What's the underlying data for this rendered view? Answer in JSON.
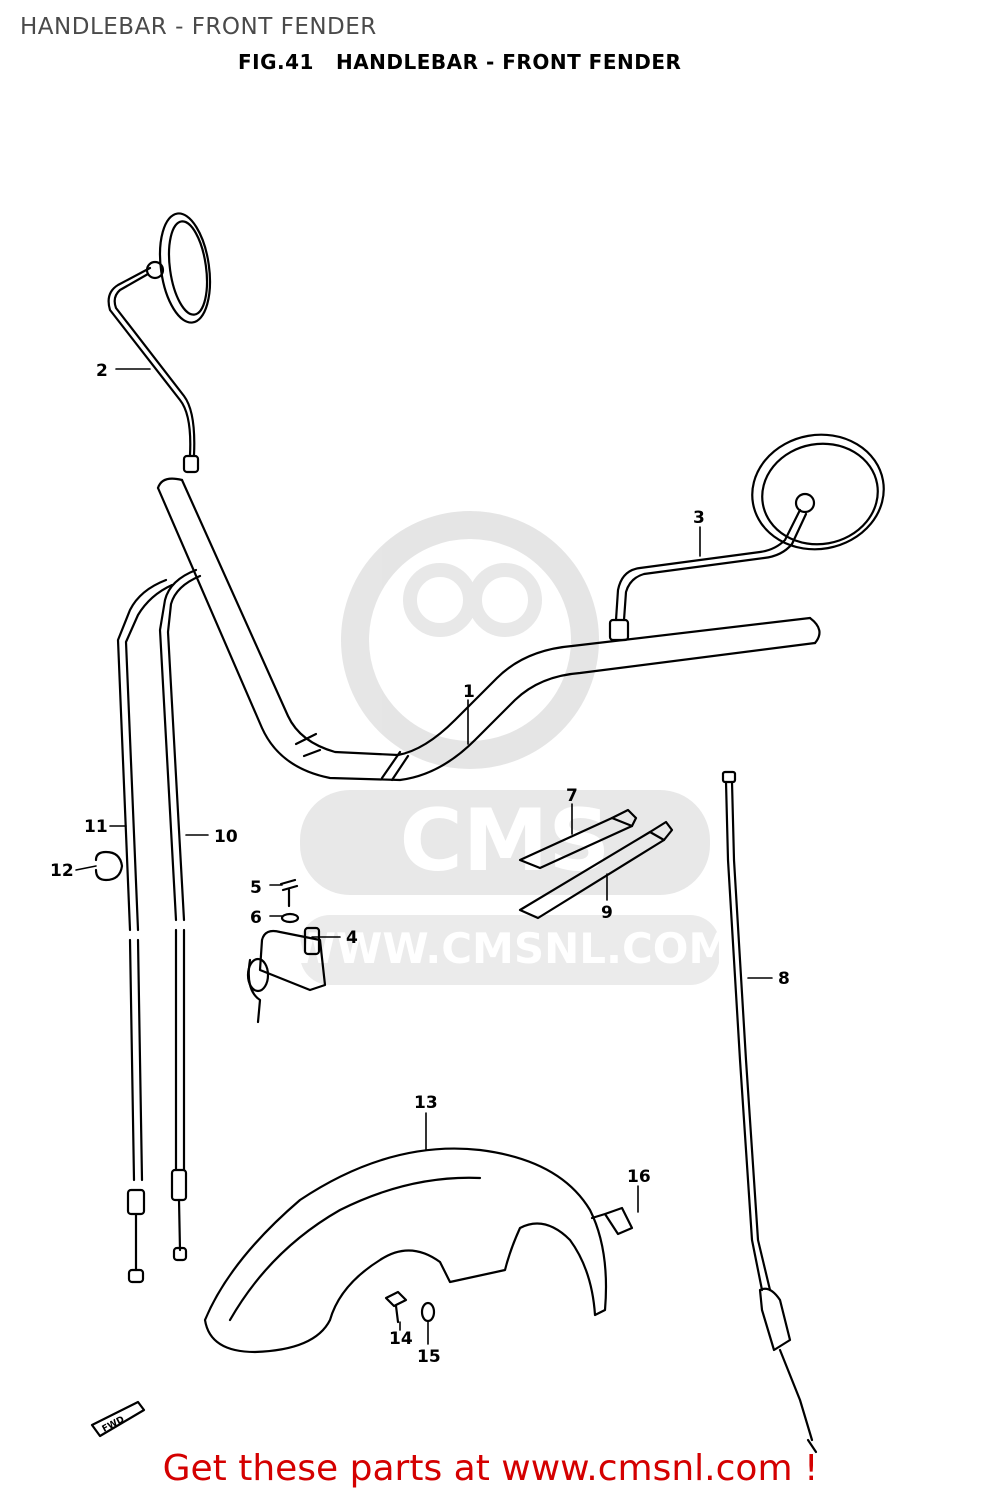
{
  "header": {
    "title": "HANDLEBAR - FRONT FENDER"
  },
  "figure": {
    "number": "FIG.41",
    "title": "HANDLEBAR - FRONT FENDER"
  },
  "watermark": {
    "text": "WWW.CMSNL.COM",
    "logo": "CMS"
  },
  "direction_tag": "FWD",
  "callouts": [
    "1",
    "2",
    "3",
    "4",
    "5",
    "6",
    "7",
    "8",
    "9",
    "10",
    "11",
    "12",
    "13",
    "14",
    "15",
    "16"
  ],
  "footer": {
    "text": "Get these parts at www.cmsnl.com !"
  }
}
